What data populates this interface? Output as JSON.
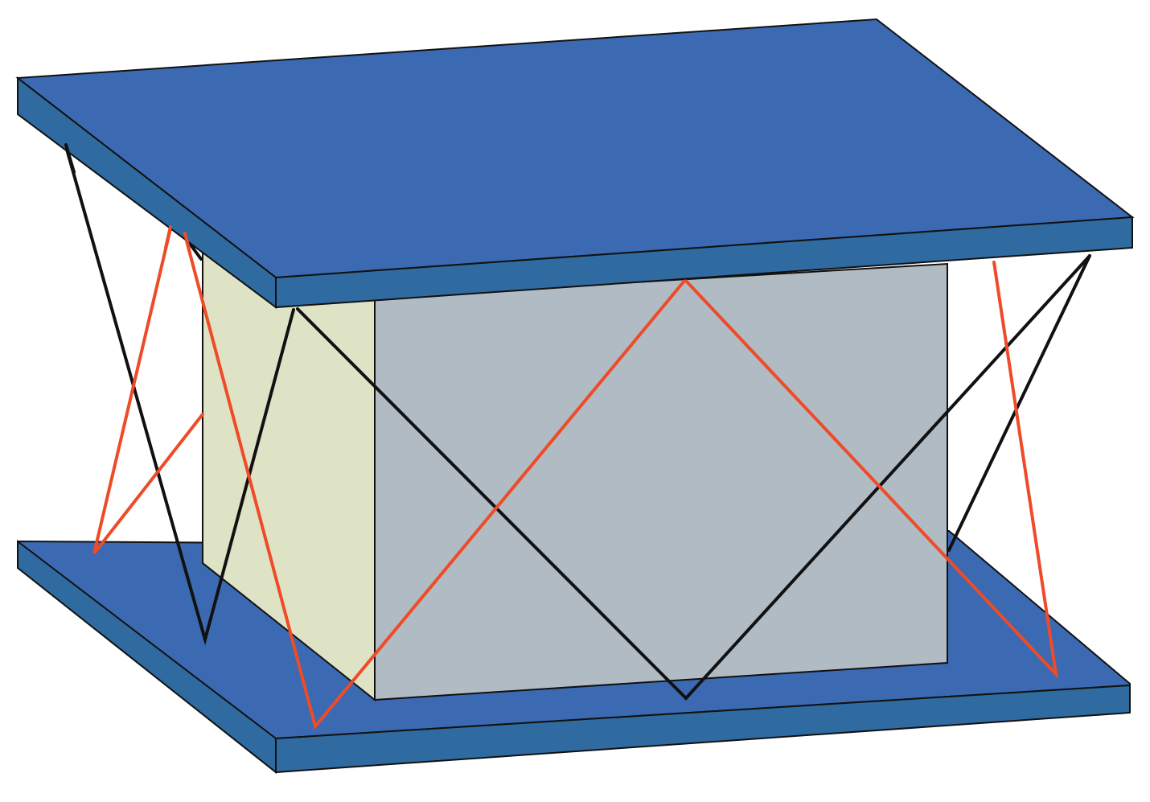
{
  "figure": {
    "colors": {
      "background": "#ffffff",
      "plate_top": "#3b6ab2",
      "plate_edge": "#2f6aa0",
      "core_side": "#dfe3c6",
      "core_front": "#b1bbc4",
      "cable_black": "#111111",
      "cable_red": "#ee4b28",
      "outline": "#111111"
    },
    "components": {
      "top_plate": "plate",
      "bottom_plate": "plate",
      "core_block": "block",
      "black_cables": "cable-set",
      "red_cables": "cable-set"
    }
  }
}
